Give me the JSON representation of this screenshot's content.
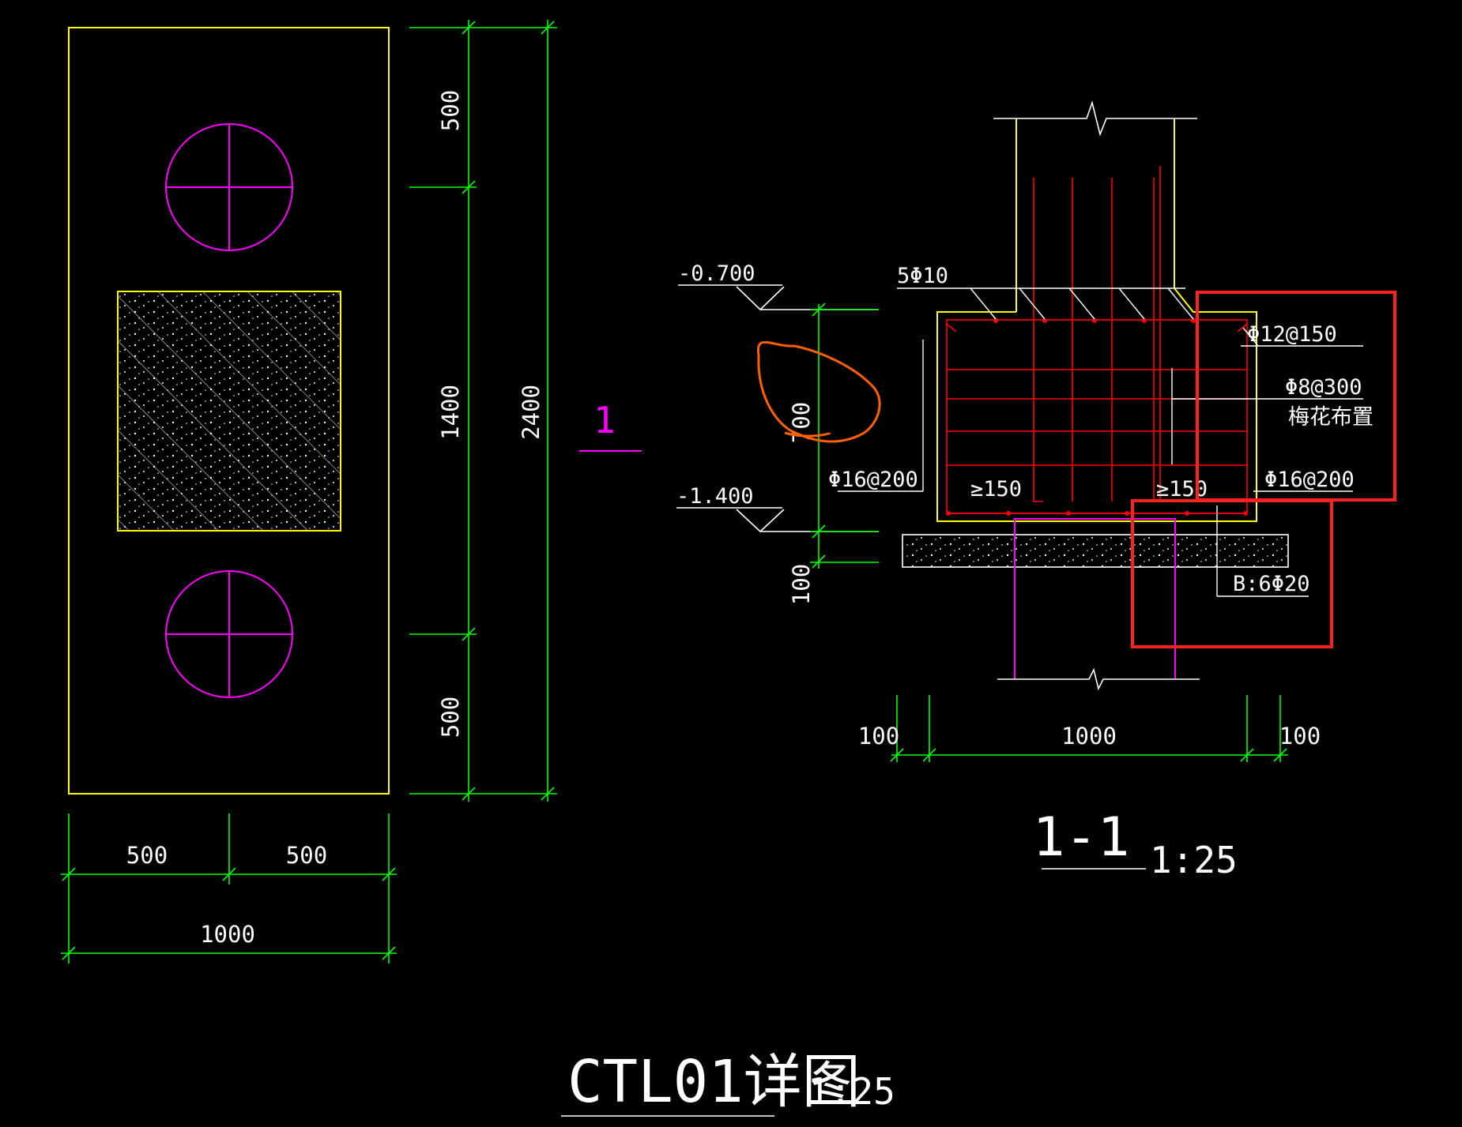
{
  "colors": {
    "background": "#000000",
    "outline": "#ffff00",
    "dimension": "#00ff00",
    "rebar": "#ff0000",
    "pile": "#ff00ff",
    "text": "#ffffff",
    "markup_red": "#ff2020",
    "markup_orange": "#ff6000"
  },
  "plan": {
    "dim_top": "500",
    "dim_mid": "1400",
    "dim_bottom": "500",
    "dim_total": "2400",
    "dim_w_left": "500",
    "dim_w_right": "500",
    "dim_w_total": "1000",
    "section_mark": "1"
  },
  "section": {
    "elev_top": "-0.700",
    "elev_bottom": "-1.400",
    "dim_height": "700",
    "dim_cushion": "100",
    "label_column_bars": "5Φ10",
    "label_top_bars": "Φ12@150",
    "label_ties": "Φ8@300",
    "label_ties_note": "梅花布置",
    "label_side_bars_left": "Φ16@200",
    "label_side_bars_right": "Φ16@200",
    "label_anchor_left": "≥150",
    "label_anchor_right": "≥150",
    "label_bottom_bars": "B:6Φ20",
    "dim_left_ext": "100",
    "dim_width": "1000",
    "dim_right_ext": "100",
    "section_name": "1-1",
    "section_scale": "1:25"
  },
  "drawing": {
    "title": "CTL01详图",
    "scale": "1:25"
  }
}
